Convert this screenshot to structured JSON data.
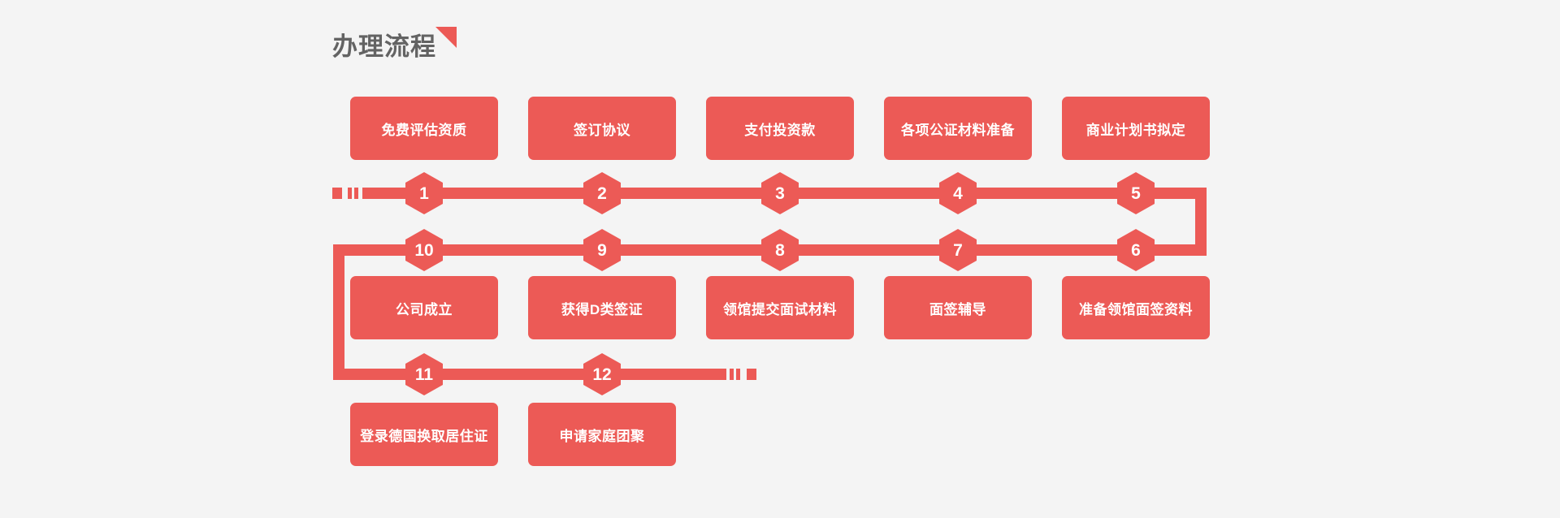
{
  "header": {
    "title": "办理流程",
    "accent_color": "#ec5a56",
    "title_color": "#636363",
    "background_color": "#f4f4f4"
  },
  "flow": {
    "row1_boxes": [
      {
        "step": "1",
        "label": "免费评估资质"
      },
      {
        "step": "2",
        "label": "签订协议"
      },
      {
        "step": "3",
        "label": "支付投资款"
      },
      {
        "step": "4",
        "label": "各项公证材料准备"
      },
      {
        "step": "5",
        "label": "商业计划书拟定"
      }
    ],
    "row1_markers": [
      "1",
      "2",
      "3",
      "4",
      "5"
    ],
    "row2_markers": [
      "10",
      "9",
      "8",
      "7",
      "6"
    ],
    "row2_boxes": [
      {
        "step": "10",
        "label": "公司成立"
      },
      {
        "step": "9",
        "label": "获得D类签证"
      },
      {
        "step": "8",
        "label": "领馆提交面试材料"
      },
      {
        "step": "7",
        "label": "面签辅导"
      },
      {
        "step": "6",
        "label": "准备领馆面签资料"
      }
    ],
    "row3_markers": [
      "11",
      "12"
    ],
    "row3_boxes": [
      {
        "step": "11",
        "label": "登录德国换取居住证"
      },
      {
        "step": "12",
        "label": "申请家庭团聚"
      }
    ]
  }
}
